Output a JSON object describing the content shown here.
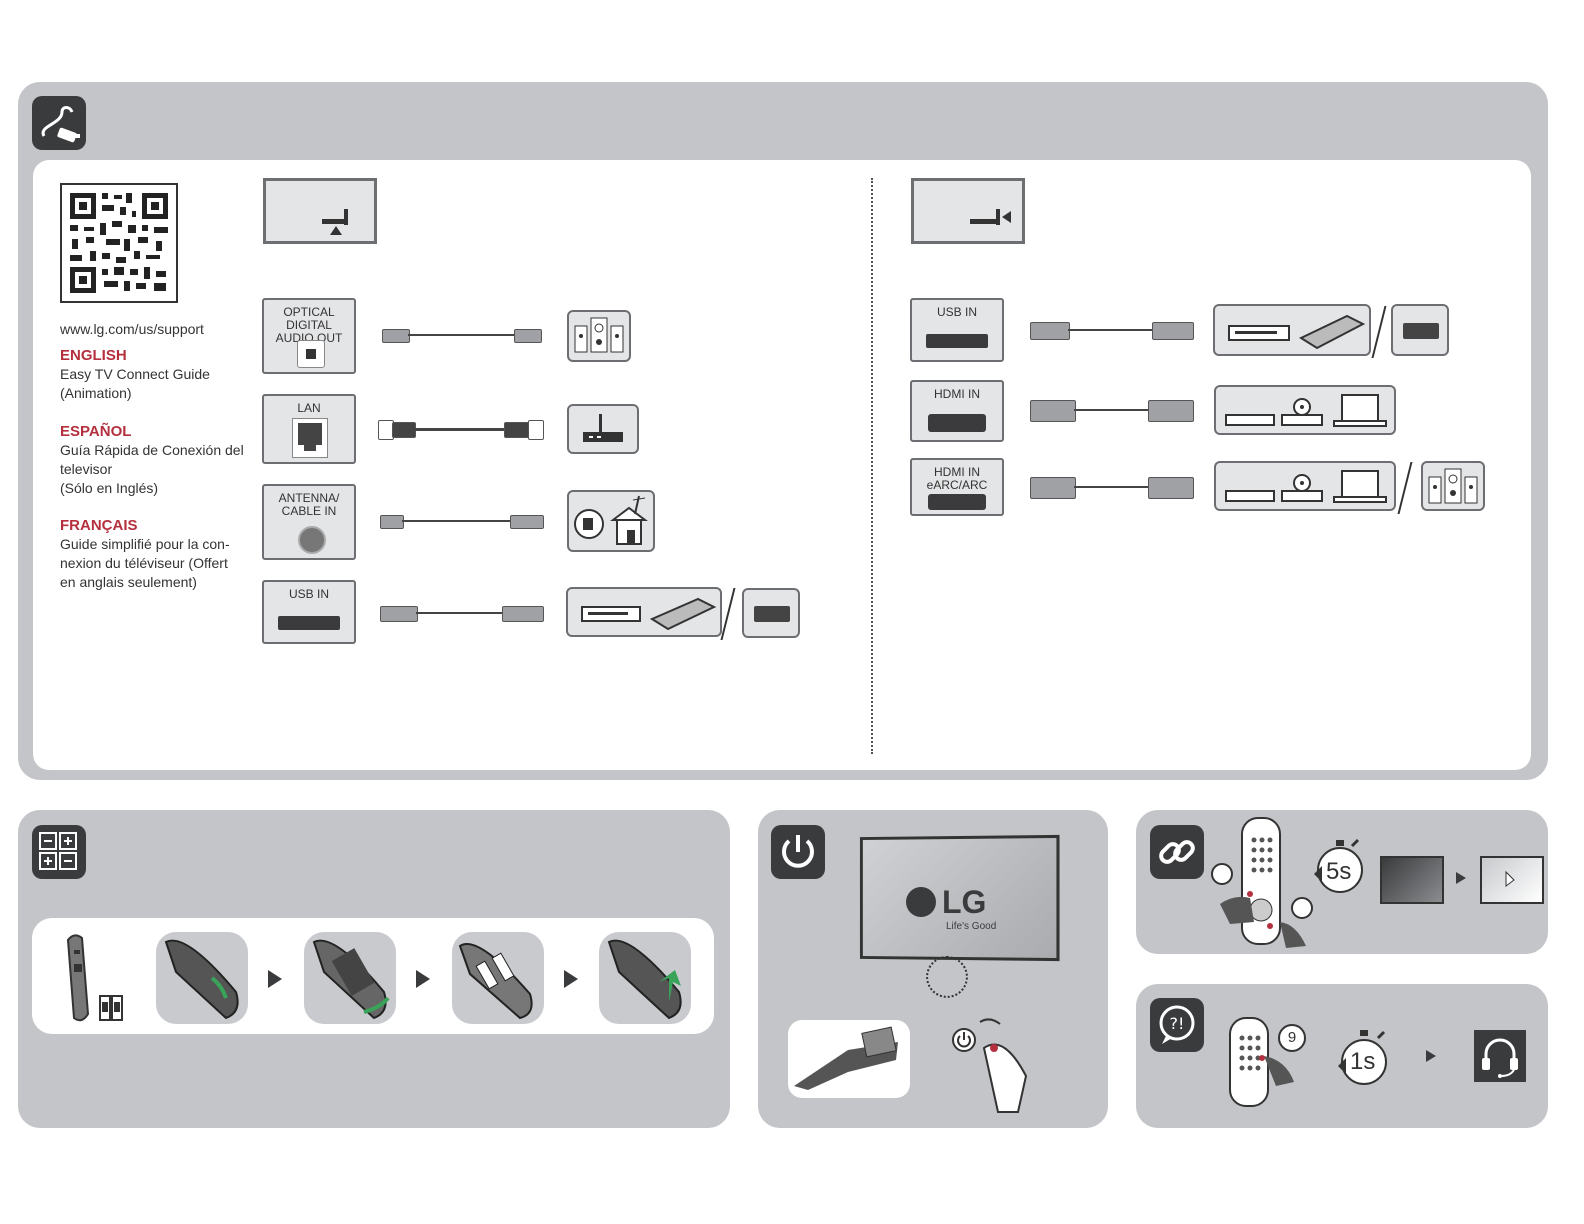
{
  "support_url": "www.lg.com/us/support",
  "languages": [
    {
      "name": "ENGLISH",
      "line1": "Easy TV Connect Guide",
      "line2": "(Animation)",
      "line3": ""
    },
    {
      "name": "ESPAÑOL",
      "line1": "Guía Rápida de Conexión del",
      "line2": "televisor",
      "line3": "(Sólo en Inglés)"
    },
    {
      "name": "FRANÇAIS",
      "line1": "Guide simplifié pour la con-",
      "line2": "nexion du téléviseur (Offert",
      "line3": "en anglais seulement)"
    }
  ],
  "left_ports": {
    "optical": {
      "line1": "OPTICAL DIGITAL",
      "line2": "AUDIO OUT"
    },
    "lan": "LAN",
    "antenna": {
      "line1": "ANTENNA/",
      "line2": "CABLE IN"
    },
    "usb": "USB IN"
  },
  "right_ports": {
    "usb": "USB IN",
    "hdmi": "HDMI IN",
    "earc": {
      "line1": "HDMI IN",
      "line2": "eARC/ARC"
    }
  },
  "tv_brand": {
    "logo": "LG",
    "tagline": "Life's Good"
  },
  "timers": {
    "pair": "5s",
    "help": "1s",
    "help_number": "9"
  },
  "icons": {
    "connection": "cable-icon",
    "battery": "battery-icon",
    "power": "power-icon",
    "pairing": "link-icon",
    "help": "help-chat-icon",
    "support": "headset-icon"
  },
  "colors": {
    "panel": "#c3c5c9",
    "tile": "#3a3b3d",
    "accent_red": "#b5303e",
    "green": "#3aa35a"
  }
}
